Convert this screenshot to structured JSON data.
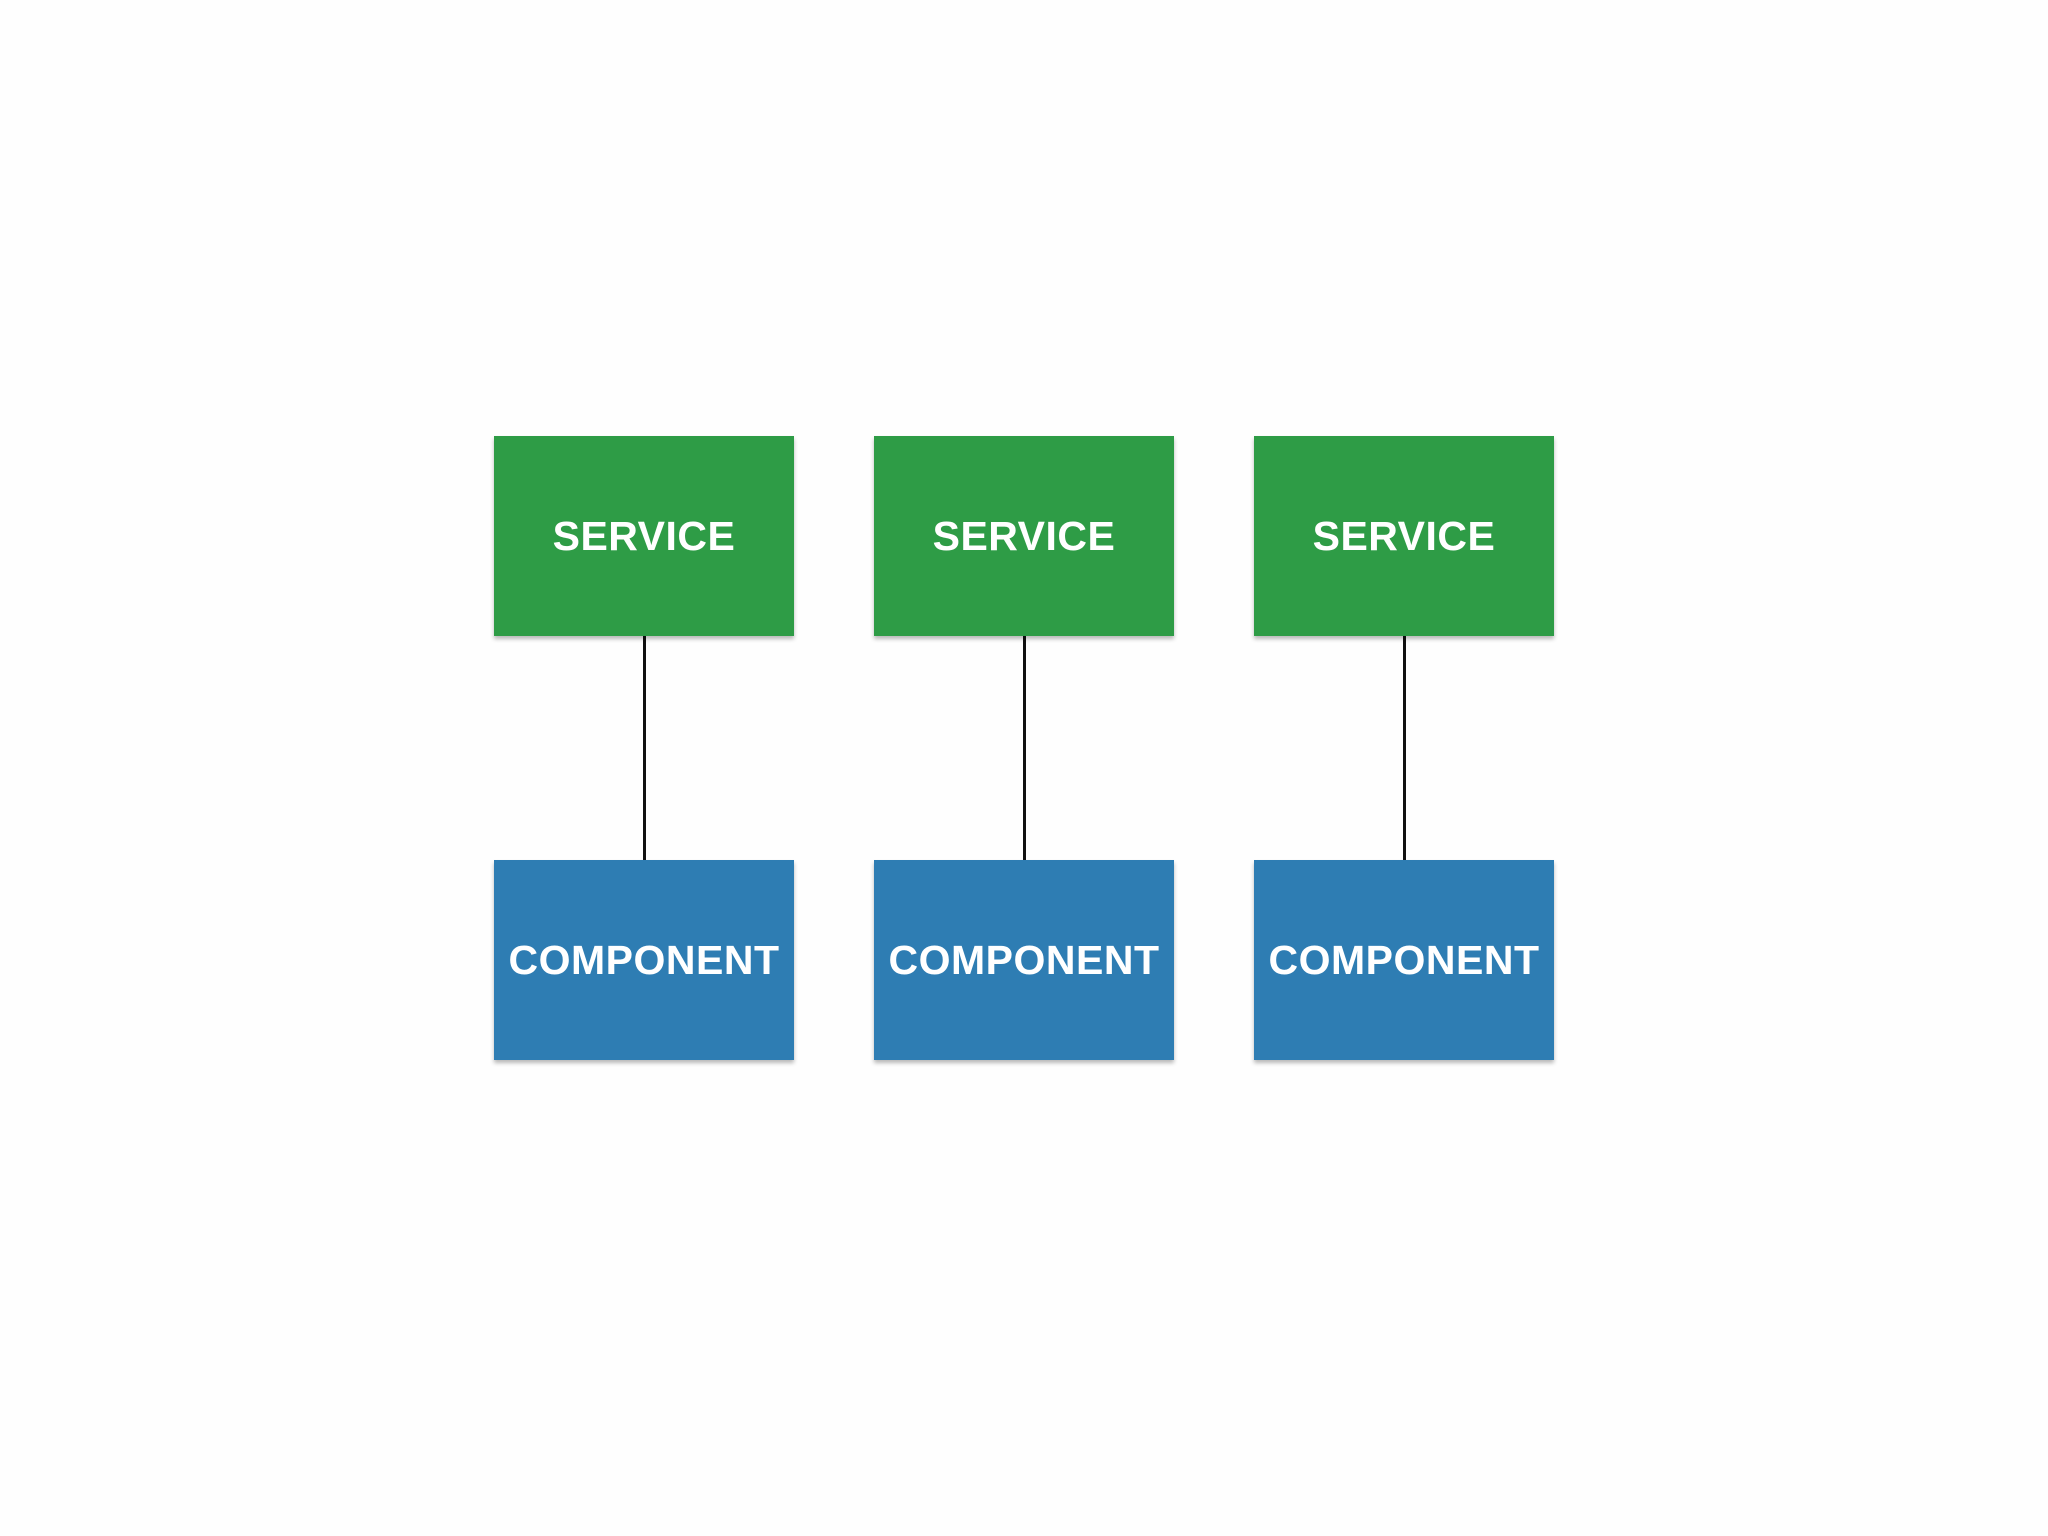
{
  "colors": {
    "service_fill": "#2e9c46",
    "component_fill": "#2e7db3",
    "connector": "#111111",
    "label_text": "#ffffff"
  },
  "columns": [
    {
      "service_label": "SERVICE",
      "component_label": "COMPONENT"
    },
    {
      "service_label": "SERVICE",
      "component_label": "COMPONENT"
    },
    {
      "service_label": "SERVICE",
      "component_label": "COMPONENT"
    }
  ]
}
